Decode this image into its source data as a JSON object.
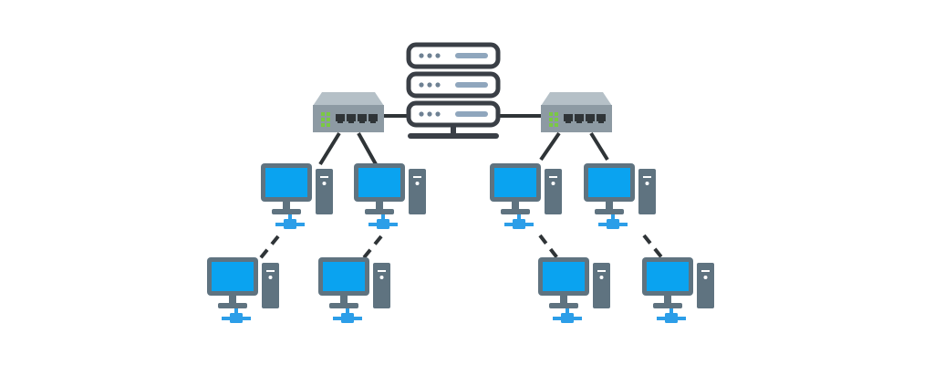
{
  "diagram": {
    "type": "network-topology",
    "colors": {
      "background": "#ffffff",
      "link": "#2f3437",
      "server_frame": "#3a3f46",
      "server_body": "#ffffff",
      "server_bar": "#8fa6bd",
      "server_dot": "#6e8193",
      "switch_body": "#8d9aa3",
      "switch_top": "#b5c0c7",
      "switch_port": "#2f3437",
      "switch_led": "#7ac943",
      "monitor_frame": "#5f7380",
      "screen": "#0aa3f0",
      "tower": "#5f7380",
      "tower_slot": "#ffffff",
      "network_port": "#2c9ee8"
    },
    "server": {
      "name": "server",
      "icon": "server-rack-icon",
      "units": 3
    },
    "switches": [
      {
        "name": "switch-left",
        "icon": "network-switch-icon",
        "ports": 4
      },
      {
        "name": "switch-right",
        "icon": "network-switch-icon",
        "ports": 4
      }
    ],
    "computers": [
      {
        "name": "computer-left-1",
        "icon": "desktop-computer-icon",
        "switch": "switch-left"
      },
      {
        "name": "computer-left-2",
        "icon": "desktop-computer-icon",
        "switch": "switch-left"
      },
      {
        "name": "computer-left-3",
        "icon": "desktop-computer-icon",
        "switch": "computer-left-1"
      },
      {
        "name": "computer-left-4",
        "icon": "desktop-computer-icon",
        "switch": "computer-left-2"
      },
      {
        "name": "computer-right-1",
        "icon": "desktop-computer-icon",
        "switch": "switch-right"
      },
      {
        "name": "computer-right-2",
        "icon": "desktop-computer-icon",
        "switch": "switch-right"
      },
      {
        "name": "computer-right-3",
        "icon": "desktop-computer-icon",
        "switch": "computer-right-1"
      },
      {
        "name": "computer-right-4",
        "icon": "desktop-computer-icon",
        "switch": "computer-right-2"
      }
    ],
    "links": [
      [
        "server",
        "switch-left"
      ],
      [
        "server",
        "switch-right"
      ],
      [
        "switch-left",
        "computer-left-1"
      ],
      [
        "switch-left",
        "computer-left-2"
      ],
      [
        "switch-right",
        "computer-right-1"
      ],
      [
        "switch-right",
        "computer-right-2"
      ],
      [
        "computer-left-1",
        "computer-left-3"
      ],
      [
        "computer-left-2",
        "computer-left-4"
      ],
      [
        "computer-right-1",
        "computer-right-3"
      ],
      [
        "computer-right-2",
        "computer-right-4"
      ]
    ]
  }
}
